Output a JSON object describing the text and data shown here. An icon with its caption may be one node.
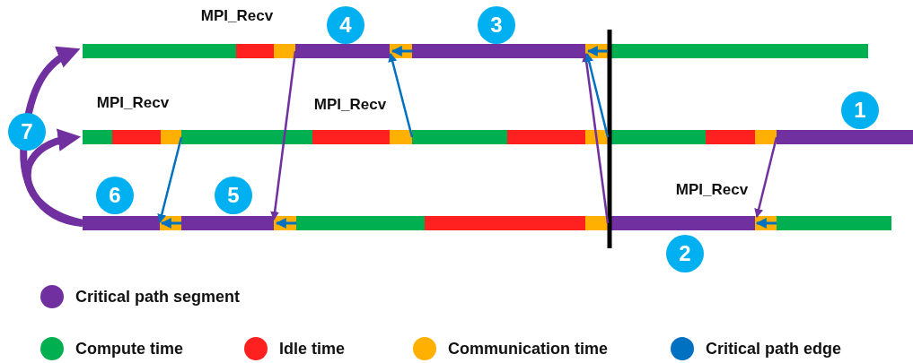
{
  "diagram": {
    "labels": [
      "MPI_Recv",
      "4",
      "3",
      "MPI_Recv",
      "MPI_Recv",
      "1",
      "7",
      "6",
      "5",
      "MPI_Recv",
      "2"
    ],
    "legend": [
      {
        "text": "Critical path segment",
        "color": "#7030a0"
      },
      {
        "text": "Compute time",
        "color": "#00b050"
      },
      {
        "text": "Idle time",
        "color": "#ff2020"
      },
      {
        "text": "Communication time",
        "color": "#ffb000"
      },
      {
        "text": "Critical path edge",
        "color": "#0070c0"
      }
    ]
  }
}
